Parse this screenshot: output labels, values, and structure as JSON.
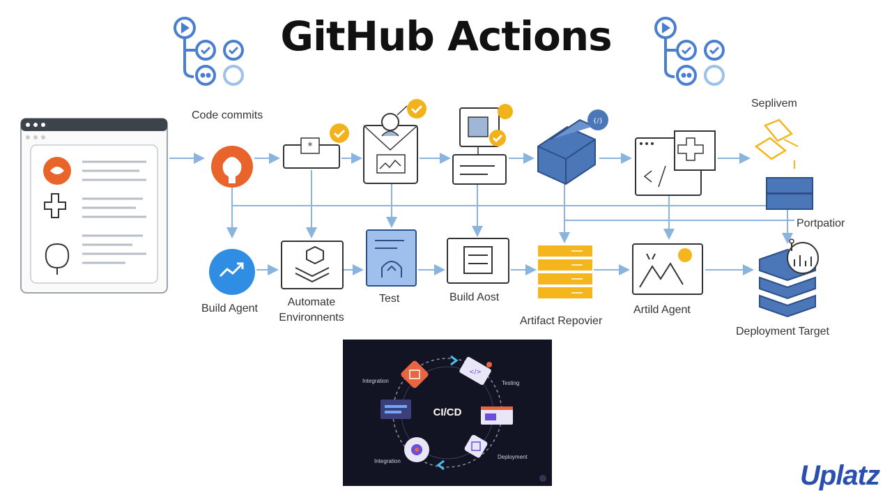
{
  "header": {
    "title": "GitHub Actions"
  },
  "top_row": {
    "code_commits": "Code commits",
    "seplivem": "Seplivem",
    "portpatior": "Portpatior"
  },
  "bottom_row": {
    "build_agent": "Build Agent",
    "automate_line1": "Automate",
    "automate_line2": "Environnents",
    "test": "Test",
    "build_aost": "Build Aost",
    "artifact_repovier": "Artifact Repovier",
    "artild_agent": "Artild Agent",
    "deployment_target": "Deployment Target"
  },
  "cicd_panel": {
    "center": "CI/CD",
    "integration_top": "Integration",
    "testing": "Testing",
    "deployment": "Deployment",
    "integration_bottom": "Integration"
  },
  "brand": {
    "text": "Uplatz"
  },
  "colors": {
    "flow_arrow": "#8ab4dd",
    "check_badge": "#f2b21b",
    "github_orange": "#e8642a",
    "server_blue": "#4b76b8",
    "artifact_yellow": "#f5b51c",
    "cicd_bg": "#121323",
    "brand_blue": "#2a4fae"
  }
}
